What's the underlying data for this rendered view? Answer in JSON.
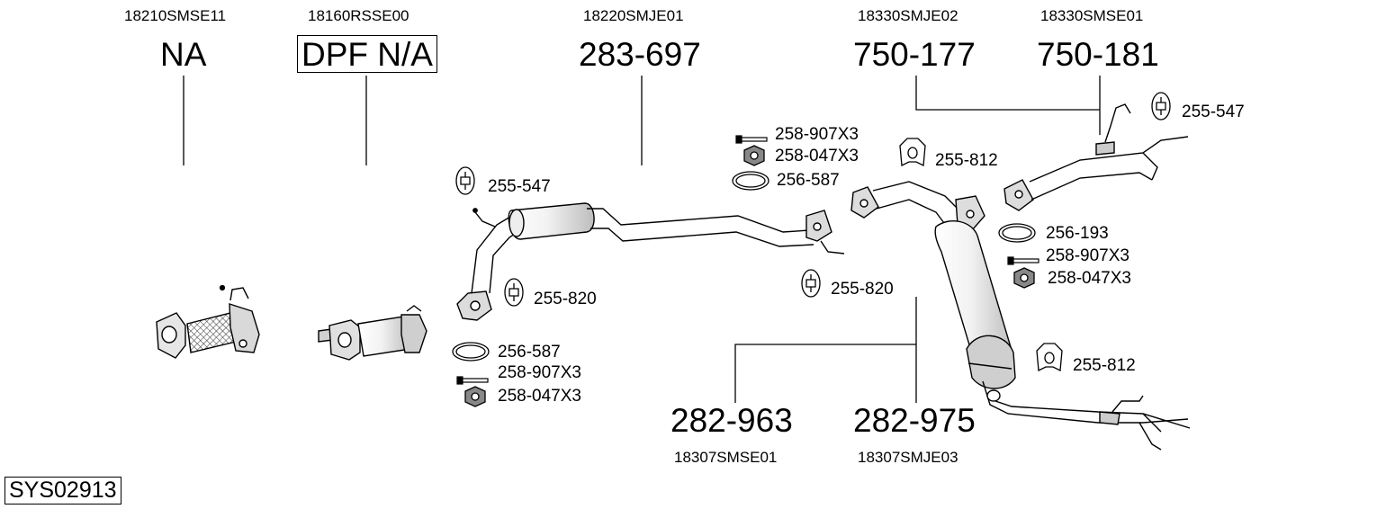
{
  "diagram_code": "SYS02913",
  "top_parts": [
    {
      "oem": "18210SMSE11",
      "number": "NA",
      "boxed": false
    },
    {
      "oem": "18160RSSE00",
      "number": "DPF N/A",
      "boxed": true
    },
    {
      "oem": "18220SMJE01",
      "number": "283-697",
      "boxed": false
    },
    {
      "oem": "18330SMJE02",
      "number": "750-177",
      "boxed": false
    },
    {
      "oem": "18330SMSE01",
      "number": "750-181",
      "boxed": false
    }
  ],
  "bottom_parts": [
    {
      "oem": "18307SMSE01",
      "number": "282-963"
    },
    {
      "oem": "18307SMJE03",
      "number": "282-975"
    }
  ],
  "fitting_labels": [
    "255-547",
    "255-820",
    "256-587",
    "258-907X3",
    "258-047X3",
    "258-907X3",
    "258-047X3",
    "256-587",
    "255-812",
    "255-820",
    "255-547",
    "256-193",
    "258-907X3",
    "258-047X3",
    "255-812"
  ]
}
